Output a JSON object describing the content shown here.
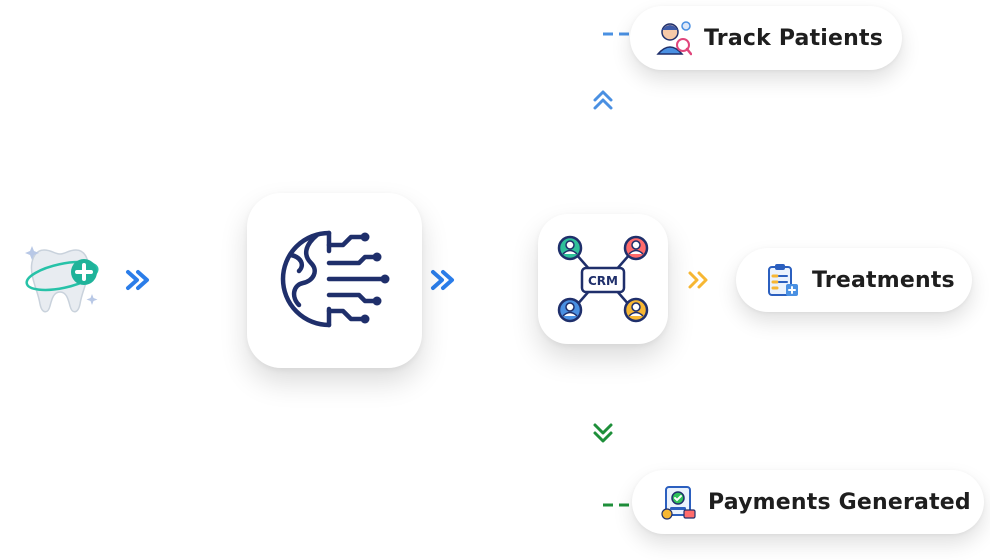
{
  "diagram": {
    "hub_label": "CRM",
    "outputs": {
      "track_patients": {
        "label": "Track Patients",
        "icon": "patient-icon",
        "color": "#4a90e2"
      },
      "treatments": {
        "label": "Treatments",
        "icon": "clipboard-icon",
        "color": "#f7b733"
      },
      "payments": {
        "label": "Payments Generated",
        "icon": "payment-icon",
        "color": "#1e8f3a"
      }
    },
    "source_icon": "dental-tooth-icon",
    "processor_icon": "digital-globe-icon",
    "flow_color": "#2b7de9"
  }
}
